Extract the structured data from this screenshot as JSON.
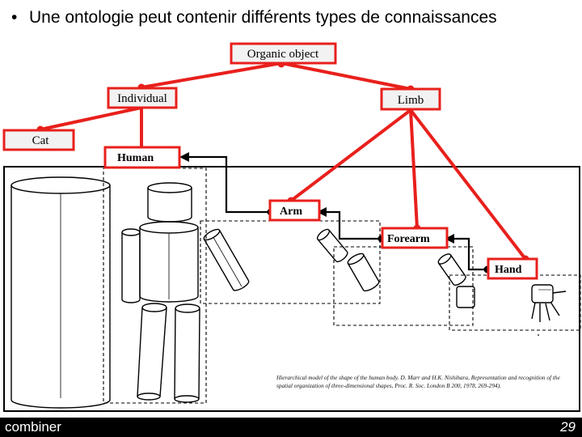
{
  "slide": {
    "bullet_symbol": "•",
    "title": "Une ontologie peut contenir différents types de connaissances"
  },
  "nodes": {
    "organic_object": "Organic object",
    "individual": "Individual",
    "limb": "Limb",
    "cat": "Cat"
  },
  "figure_labels": {
    "human": "Human",
    "arm": "Arm",
    "forearm": "Forearm",
    "hand": "Hand"
  },
  "caption": "Hierarchical model of the shape of the human body. D. Marr and H.K. Nishihara, Representation and recognition of the spatial organization of three-dimensional shapes, Proc. R. Soc. London B 200, 1978, 269-294).",
  "footer": {
    "left": "combiner",
    "page_number": "29"
  },
  "colors": {
    "node_fill": "#f2f2f2",
    "highlight": "#e8201c",
    "footer_bg": "#000000"
  }
}
